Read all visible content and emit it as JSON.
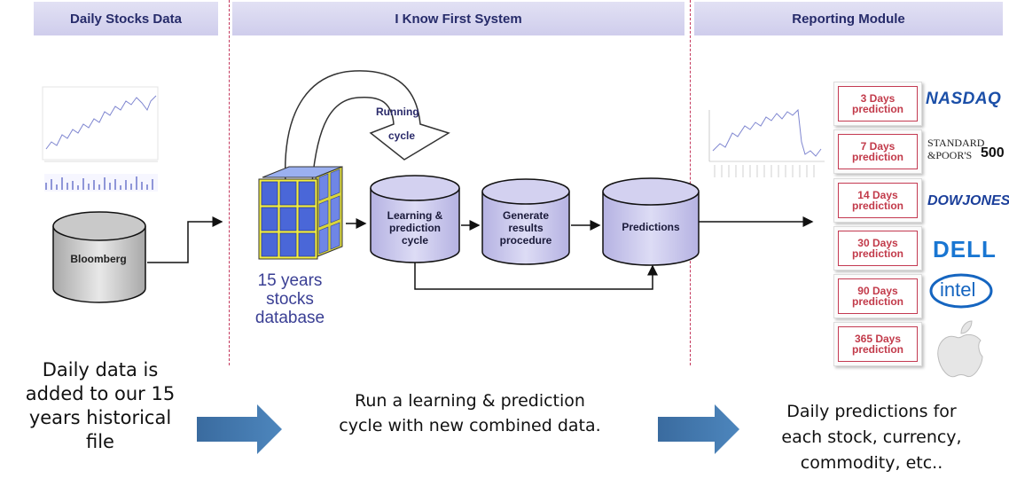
{
  "headers": {
    "left": "Daily Stocks Data",
    "middle": "I Know First System",
    "right": "Reporting Module"
  },
  "cycle": {
    "line1": "Running",
    "line2": "cycle"
  },
  "cylinders": {
    "bloomberg": "Bloomberg",
    "learning": [
      "Learning &",
      "prediction",
      "cycle"
    ],
    "generate": [
      "Generate",
      "results",
      "procedure"
    ],
    "predictions": "Predictions"
  },
  "database_label": [
    "15 years",
    "stocks",
    "database"
  ],
  "prediction_cards": [
    {
      "line1": "3 Days",
      "line2": "prediction"
    },
    {
      "line1": "7 Days",
      "line2": "prediction"
    },
    {
      "line1": "14 Days",
      "line2": "prediction"
    },
    {
      "line1": "30 Days",
      "line2": "prediction"
    },
    {
      "line1": "90 Days",
      "line2": "prediction"
    },
    {
      "line1": "365 Days",
      "line2": "prediction"
    }
  ],
  "logos": {
    "nasdaq": "NASDAQ",
    "sp_line1": "STANDARD",
    "sp_line2": "&POOR'S",
    "sp_500": "500",
    "dowjones": "DOWJONES",
    "dell": "DELL",
    "intel": "intel",
    "apple": "apple-logo"
  },
  "bottom": {
    "left": [
      "Daily data is",
      "added to our 15",
      "years historical",
      "file"
    ],
    "middle": [
      "Run a learning & prediction",
      "cycle with new combined data."
    ],
    "right": [
      "Daily predictions for",
      "each stock, currency,",
      "commodity, etc.."
    ]
  },
  "colors": {
    "header_text": "#262b6a",
    "divider": "#c4375c",
    "cylinder_fill": "#c9c7ea",
    "cube_blue": "#4a67d8",
    "cube_yellow": "#f4ef3c",
    "card_text": "#c23a4a",
    "bottom_arrow": "#3b6fa5"
  }
}
